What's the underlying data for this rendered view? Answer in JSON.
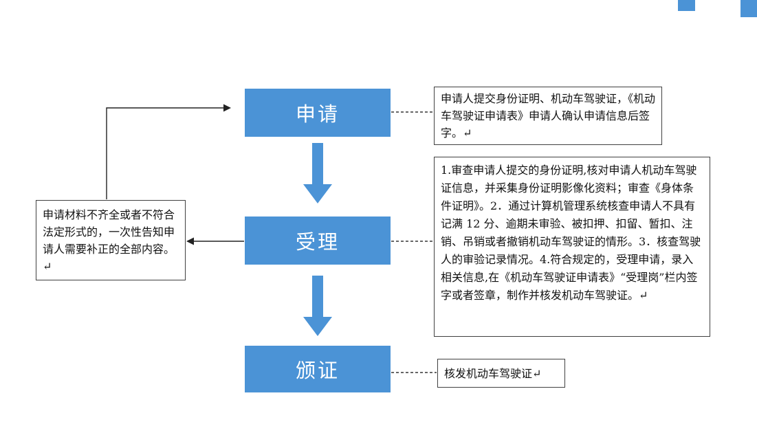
{
  "flow": {
    "steps": [
      {
        "id": "apply",
        "label": "申请"
      },
      {
        "id": "accept",
        "label": "受理"
      },
      {
        "id": "issue",
        "label": "颁证"
      }
    ]
  },
  "annotations": {
    "apply_note": "申请人提交身份证明、机动车驾驶证，《机动车驾驶证申请表》申请人确认申请信息后签字。↵",
    "accept_note": "1.审查申请人提交的身份证明,核对申请人机动车驾驶证信息，并采集身份证明影像化资料；审查《身体条件证明》。2．通过计算机管理系统核查申请人不具有记满 12 分、逾期未审验、被扣押、扣留、暂扣、注销、吊销或者撤销机动车驾驶证的情形。3．核查驾驶人的审验记录情况。4.符合规定的，受理申请，录入相关信息,在《机动车驾驶证申请表》“受理岗”栏内签字或者签章，制作并核发机动车驾驶证。↵",
    "issue_note": "核发机动车驾驶证↵",
    "reject_note": "申请材料不齐全或者不符合法定形式的，一次性告知申请人需要补正的全部内容。↵"
  },
  "colors": {
    "node_blue": "#4b93d6",
    "line_color": "#222222",
    "box_border": "#3f3f3f"
  }
}
